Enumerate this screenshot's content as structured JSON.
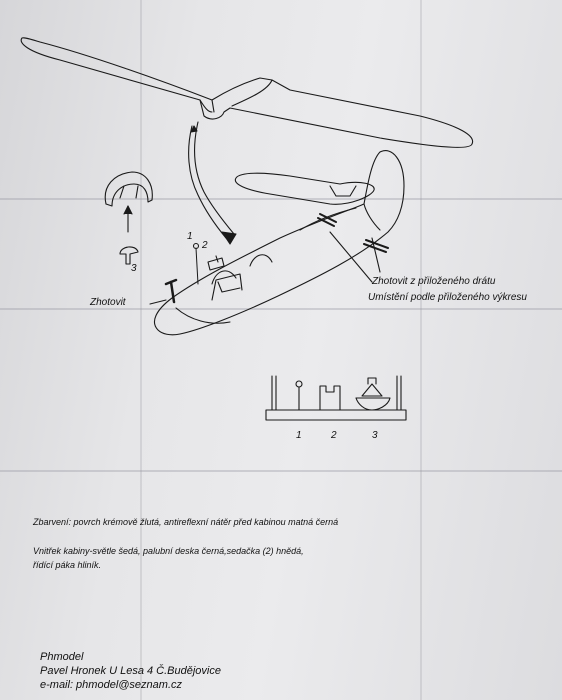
{
  "instruction_labels": {
    "zhotovit_left": "Zhotovit",
    "wire_note_line1": "Zhotovit z přiloženého drátu",
    "wire_note_line2": "Umístění podle přiloženého výkresu"
  },
  "part_numbers": {
    "canopy_part": "3",
    "part_1": "1",
    "part_2": "2",
    "legend": [
      "1",
      "2",
      "3"
    ]
  },
  "color_notes": {
    "line1": "Zbarvení:  povrch krémově žlutá, antireflexní nátěr před kabinou matná černá",
    "line2": "Vnitřek kabiny-světle šedá,  palubní deska černá,sedačka (2) hnědá,",
    "line3": "řídící páka hliník."
  },
  "manufacturer": {
    "name": "Phmodel",
    "address": "Pavel Hronek U Lesa 4  Č.Budějovice",
    "email": "e-mail: phmodel@seznam.cz"
  }
}
